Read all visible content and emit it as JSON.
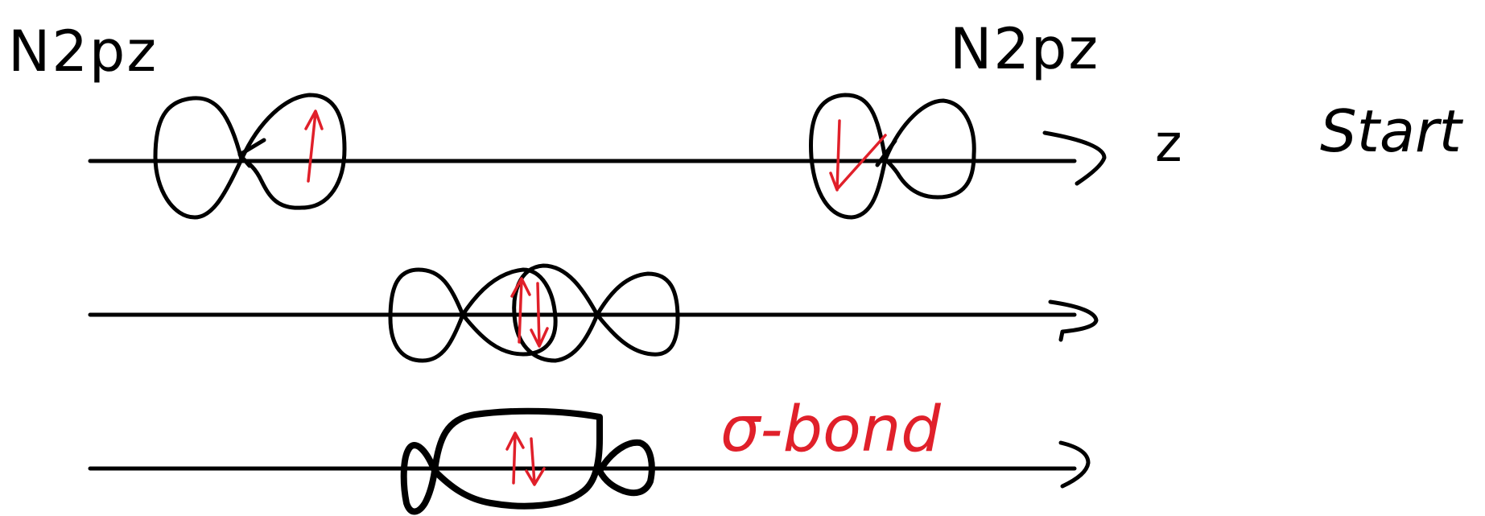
{
  "labels": {
    "left_orbital": "N2pz",
    "right_orbital": "N2pz",
    "axis": "z",
    "stage": "Start",
    "bond": "σ-bond"
  },
  "colors": {
    "ink": "#000000",
    "electron": "#e0202a"
  }
}
